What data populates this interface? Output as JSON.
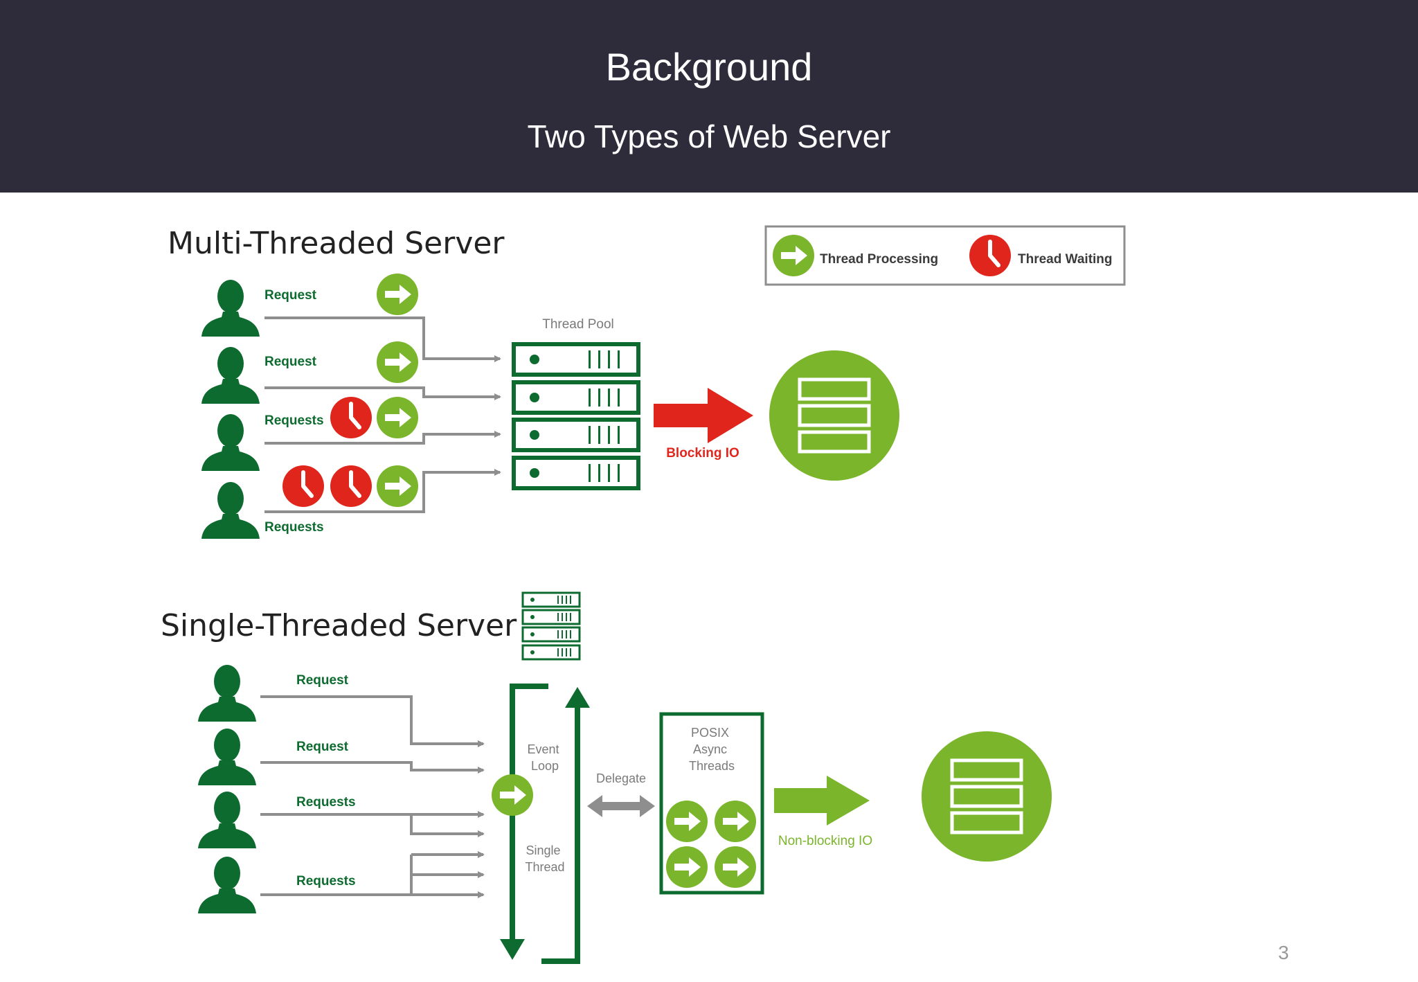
{
  "header": {
    "title": "Background",
    "subtitle": "Two Types of Web Server"
  },
  "legend": {
    "processing_label": "Thread Processing",
    "waiting_label": "Thread Waiting"
  },
  "multi": {
    "title": "Multi-Threaded Server",
    "request_labels": [
      "Request",
      "Request",
      "Requests",
      "Requests"
    ],
    "pool_label": "Thread Pool",
    "io_label": "Blocking IO"
  },
  "single": {
    "title": "Single-Threaded Server",
    "request_labels": [
      "Request",
      "Request",
      "Requests",
      "Requests"
    ],
    "event_loop_label": "Event Loop",
    "single_thread_label": "Single Thread",
    "delegate_label": "Delegate",
    "posix_label": "POSIX Async Threads",
    "io_label": "Non-blocking IO"
  },
  "page_number": "3",
  "colors": {
    "header_bg": "#2e2c3b",
    "dark_green": "#0e6b30",
    "light_green": "#7ab52b",
    "red": "#e0261c",
    "grey": "#8e8e8e"
  }
}
